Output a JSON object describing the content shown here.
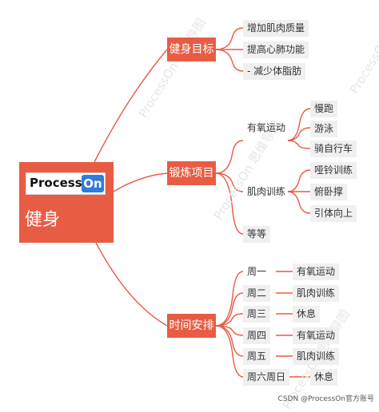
{
  "root": {
    "logo_prefix": "Process",
    "logo_suffix": "On",
    "title": "健身"
  },
  "branches": {
    "goals": {
      "label": "健身目标",
      "items": [
        "增加肌肉质量",
        "提高心肺功能",
        "- 减少体脂肪"
      ]
    },
    "training": {
      "label": "锻炼项目",
      "cardio": {
        "label": "有氧运动",
        "items": [
          "慢跑",
          "游泳",
          "骑自行车"
        ]
      },
      "strength": {
        "label": "肌肉训练",
        "items": [
          "哑铃训练",
          "俯卧撑",
          "引体向上"
        ]
      },
      "other": {
        "label": "等等"
      }
    },
    "schedule": {
      "label": "时间安排",
      "days": [
        {
          "day": "周一",
          "activity": "有氧运动"
        },
        {
          "day": "周二",
          "activity": "肌肉训练"
        },
        {
          "day": "周三",
          "activity": "休息"
        },
        {
          "day": "周四",
          "activity": "有氧运动"
        },
        {
          "day": "周五",
          "activity": "肌肉训练"
        },
        {
          "day": "周六周日",
          "activity": "休息"
        }
      ]
    }
  },
  "watermark": "ProcessOn 思维导图",
  "credit": "CSDN @ProcessOn官方账号",
  "colors": {
    "accent": "#e85c44",
    "leaf_bg": "#f0f0f0",
    "logo_blue": "#2f7bd8"
  }
}
